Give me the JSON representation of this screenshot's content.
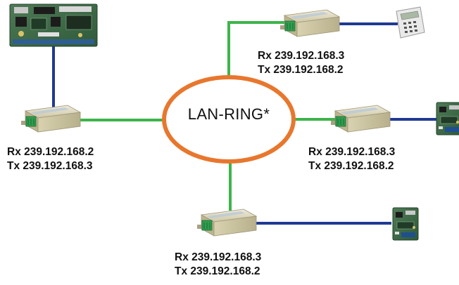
{
  "center": {
    "label": "LAN-RING*"
  },
  "nodes": [
    {
      "id": "left",
      "rx": "Rx 239.192.168.2",
      "tx": "Tx 239.192.168.3",
      "peripheral": "controller-board"
    },
    {
      "id": "top",
      "rx": "Rx 239.192.168.3",
      "tx": "Tx 239.192.168.2",
      "peripheral": "keypad"
    },
    {
      "id": "right",
      "rx": "Rx 239.192.168.3",
      "tx": "Tx 239.192.168.2",
      "peripheral": "small-board"
    },
    {
      "id": "bottom",
      "rx": "Rx 239.192.168.3",
      "tx": "Tx 239.192.168.2",
      "peripheral": "small-board"
    }
  ],
  "colors": {
    "ring_outline": "#e8772e",
    "lan_link": "#3cb54a",
    "device_link": "#1f3a93",
    "converter_body": "#d4cda8",
    "terminal_block": "#2e9e4f"
  }
}
